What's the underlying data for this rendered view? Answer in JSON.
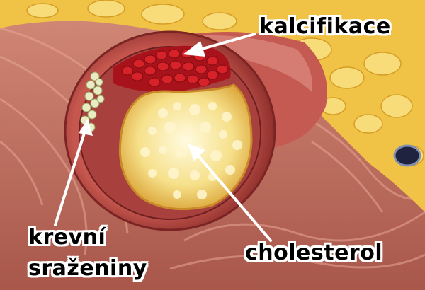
{
  "labels": {
    "calcification": "kalcifikace",
    "cholesterol": "cholesterol",
    "clots_line1": "krevní",
    "clots_line2": "sraženiny"
  },
  "colors": {
    "arrow": "#ffffff",
    "label_text": "#000000",
    "label_outline": "#ffffff",
    "vessel_wall": "#b24a44",
    "plaque": "#f3d97a",
    "blood_cells": "#c8181e",
    "fat": "#f1c33a"
  }
}
